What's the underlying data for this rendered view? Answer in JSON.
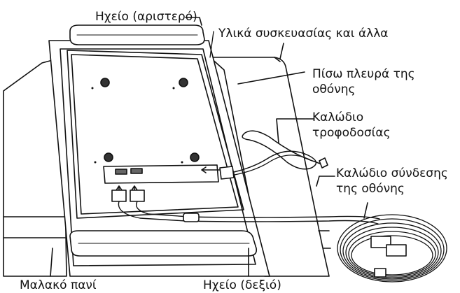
{
  "labels": {
    "speaker_left": "Ηχείο (αριστερό)",
    "packing_materials": "Υλικά συσκευασίας και άλλα",
    "display_back_line1": "Πίσω πλευρά της",
    "display_back_line2": "οθόνης",
    "power_cable_line1": "Καλώδιο",
    "power_cable_line2": "τροφοδοσίας",
    "display_cable_line1": "Καλώδιο σύνδεσης",
    "display_cable_line2": "της οθόνης",
    "soft_cloth": "Μαλακό πανί",
    "speaker_right": "Ηχείο (δεξιό)"
  }
}
